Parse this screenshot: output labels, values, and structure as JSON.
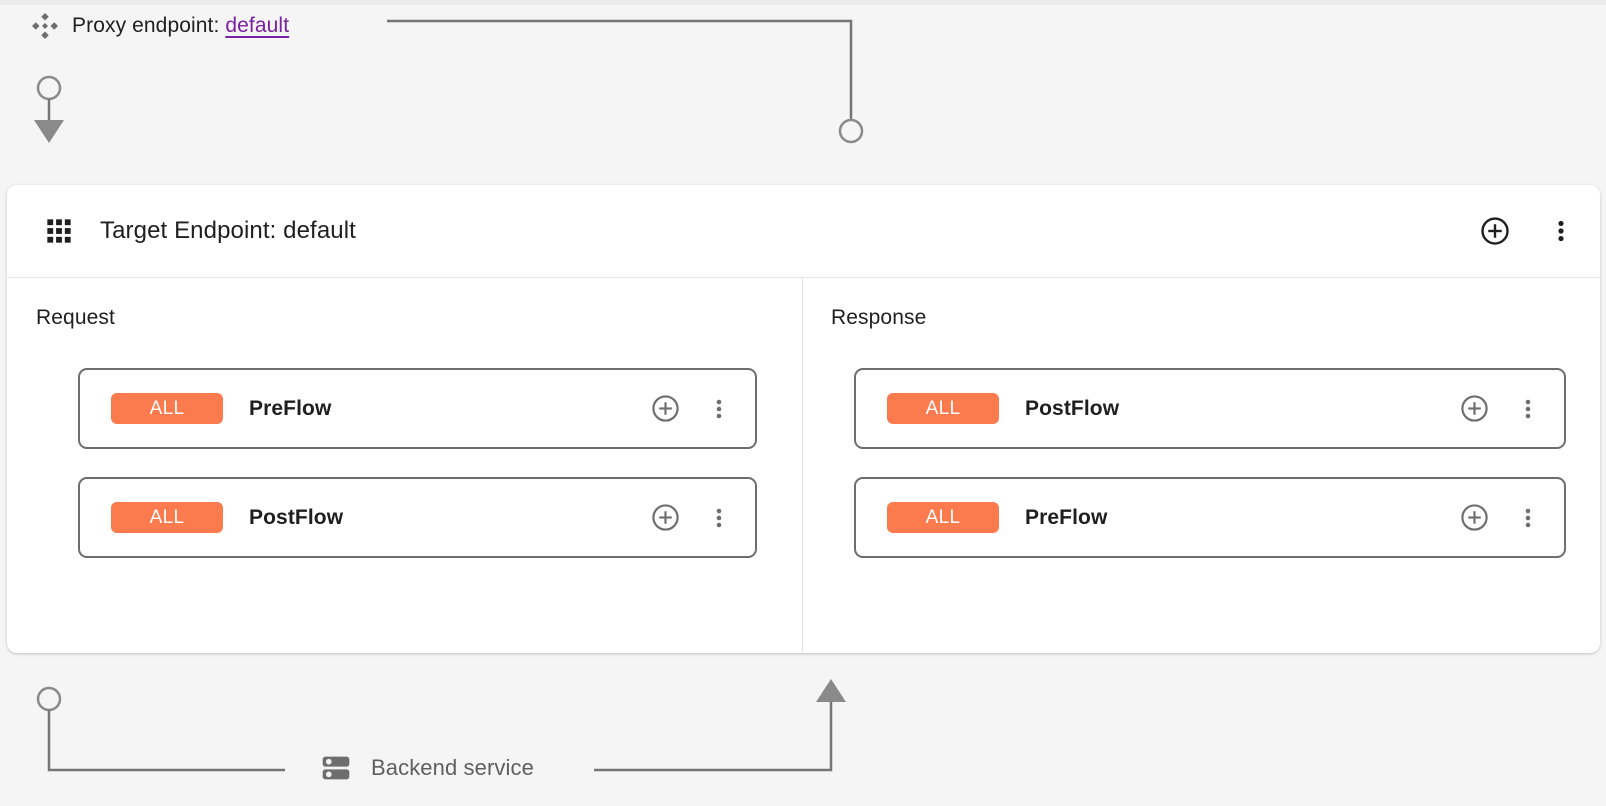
{
  "proxy": {
    "icon": "diamond-cluster-icon",
    "label_prefix": "Proxy endpoint:",
    "link_text": "default"
  },
  "endpoint_card": {
    "icon": "grid-dots-icon",
    "title": "Target Endpoint: default",
    "actions": [
      {
        "name": "add-icon",
        "glyph": "plus-circle"
      },
      {
        "name": "more-options-icon",
        "glyph": "three-dots-vertical"
      }
    ]
  },
  "columns": {
    "request": {
      "title": "Request",
      "flow_direction": "down",
      "rows": [
        {
          "badge": "ALL",
          "name": "PreFlow",
          "add_icon": "add-icon",
          "menu_icon": "more-options-icon"
        },
        {
          "badge": "ALL",
          "name": "PostFlow",
          "add_icon": "add-icon",
          "menu_icon": "more-options-icon"
        }
      ]
    },
    "response": {
      "title": "Response",
      "flow_direction": "up",
      "rows": [
        {
          "badge": "ALL",
          "name": "PostFlow",
          "add_icon": "add-icon",
          "menu_icon": "more-options-icon"
        },
        {
          "badge": "ALL",
          "name": "PreFlow",
          "add_icon": "add-icon",
          "menu_icon": "more-options-icon"
        }
      ]
    }
  },
  "backend": {
    "icon": "server-rack-icon",
    "label": "Backend service"
  },
  "colors": {
    "page_background": "#f5f5f5",
    "card_background": "#ffffff",
    "badge_orange": "#fb7a4e",
    "link_purple": "#7b1fa2",
    "connector_grey": "#757575",
    "flow_row_border": "#6e6e6e",
    "muted_text": "#5f5f5f"
  }
}
